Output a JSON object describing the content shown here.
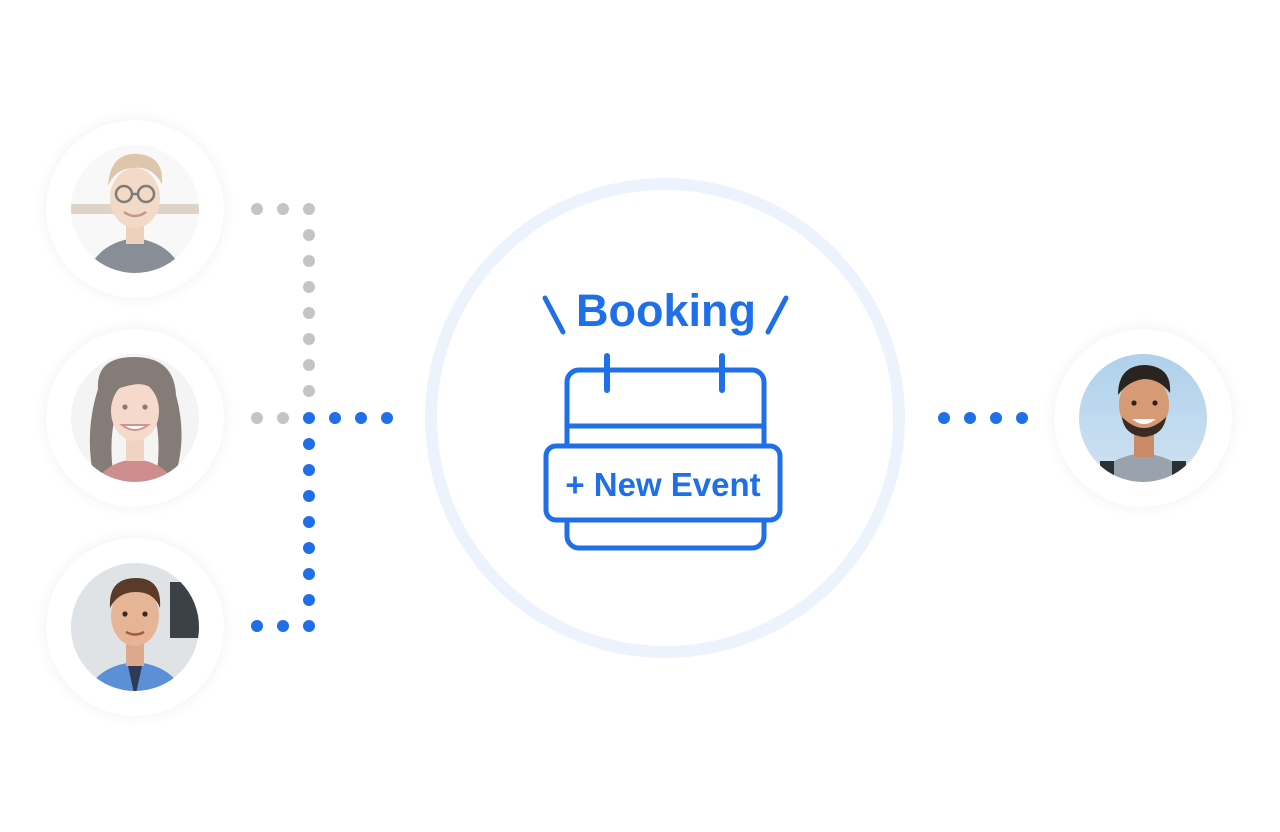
{
  "booking": {
    "title": "Booking",
    "new_event_label": "+ New Event"
  },
  "colors": {
    "accent": "#1f6fe8",
    "dot_inactive": "#c4c4c4",
    "ring": "#edf3fd"
  },
  "participants": [
    {
      "id": "person-1",
      "icon": "man-with-glasses-avatar",
      "active": false
    },
    {
      "id": "person-2",
      "icon": "woman-curly-hair-avatar",
      "active": false
    },
    {
      "id": "person-3",
      "icon": "man-blue-shirt-avatar",
      "active": true
    },
    {
      "id": "person-4",
      "icon": "smiling-man-avatar",
      "active": true
    }
  ]
}
